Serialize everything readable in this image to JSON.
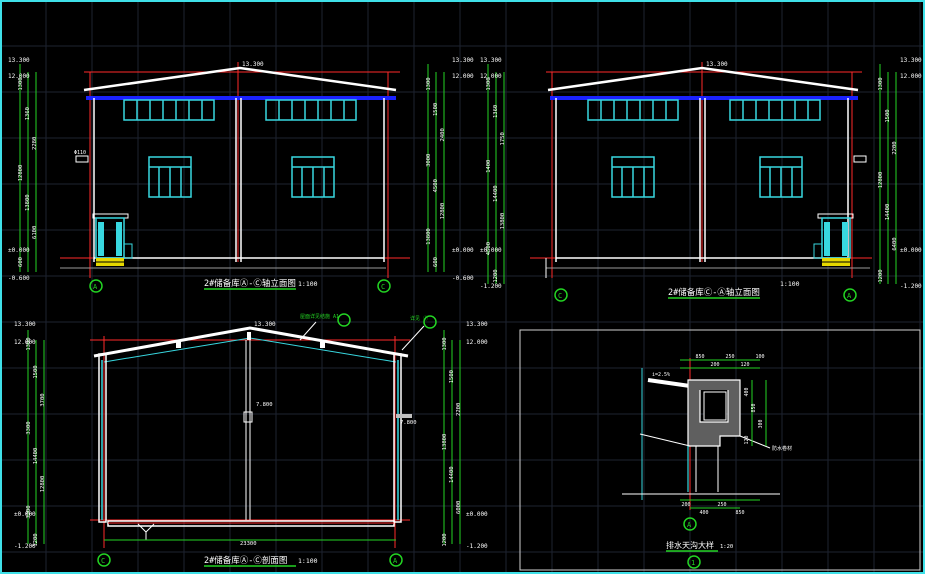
{
  "colors": {
    "background": "#000000",
    "grid": "#1e2330",
    "frame": "#3fe0e8",
    "beam": "#1a22ff",
    "red": "#ff2a2a",
    "white": "#ffffff",
    "cyan": "#38d8e0",
    "green": "#23d323",
    "yellow": "#e6d800",
    "label": "#ffffff",
    "gray": "#9a9a9a"
  },
  "front_elevation": {
    "title": "2#储备库Ⓐ-Ⓒ轴立面图",
    "scale": "1:100",
    "ridge_level": "13.300",
    "eave_level": "12.000",
    "ground_level": "±0.000",
    "base_level": "-0.600",
    "left_dims": [
      "1300",
      "1360",
      "2280",
      "12800",
      "13800",
      "6100",
      "600"
    ],
    "right_dims": [
      "1300",
      "1500",
      "2400",
      "3000",
      "4500",
      "12800",
      "13800",
      "600"
    ],
    "axis_left": "A",
    "axis_right": "C",
    "downpipe_label": "Φ110"
  },
  "rear_elevation": {
    "title": "2#储备库Ⓒ-Ⓐ轴立面图",
    "scale": "1:100",
    "ridge_level": "13.300",
    "eave_level": "12.000",
    "ground_level": "±0.000",
    "base_level": "-1.200",
    "left_dims": [
      "1300",
      "1360",
      "1750",
      "1400",
      "14400",
      "13800",
      "4500",
      "1200"
    ],
    "right_dims": [
      "1300",
      "1500",
      "2200",
      "12800",
      "14400",
      "6400",
      "1200"
    ],
    "axis_left": "C",
    "axis_right": "A"
  },
  "section": {
    "title": "2#储备库Ⓐ-Ⓒ剖面图",
    "scale": "1:100",
    "ridge_level": "13.300",
    "eave_level": "12.000",
    "ground_level": "±0.000",
    "base_level": "-1.200",
    "inner_level": "7.800",
    "crane_level": "7.800",
    "span": "23300",
    "left_dims": [
      "1300",
      "1500",
      "3700",
      "3300",
      "14400",
      "12800",
      "3300",
      "1200"
    ],
    "right_dims": [
      "1300",
      "1500",
      "2200",
      "13800",
      "14400",
      "6000",
      "1200"
    ],
    "note_left": "屋面详见结施 A1",
    "note_right": "详见 ①",
    "axis_left": "C",
    "axis_right": "A"
  },
  "detail": {
    "title": "排水天沟大样",
    "scale": "1:20",
    "number": "1",
    "axis": "A",
    "top_dims": [
      "850",
      "200",
      "250",
      "120",
      "100"
    ],
    "side_dims": [
      "400",
      "850",
      "300",
      "120"
    ],
    "bottom_dims": [
      "200",
      "400",
      "250",
      "850"
    ],
    "slope": "i=2.5%",
    "note": "防水卷材"
  }
}
